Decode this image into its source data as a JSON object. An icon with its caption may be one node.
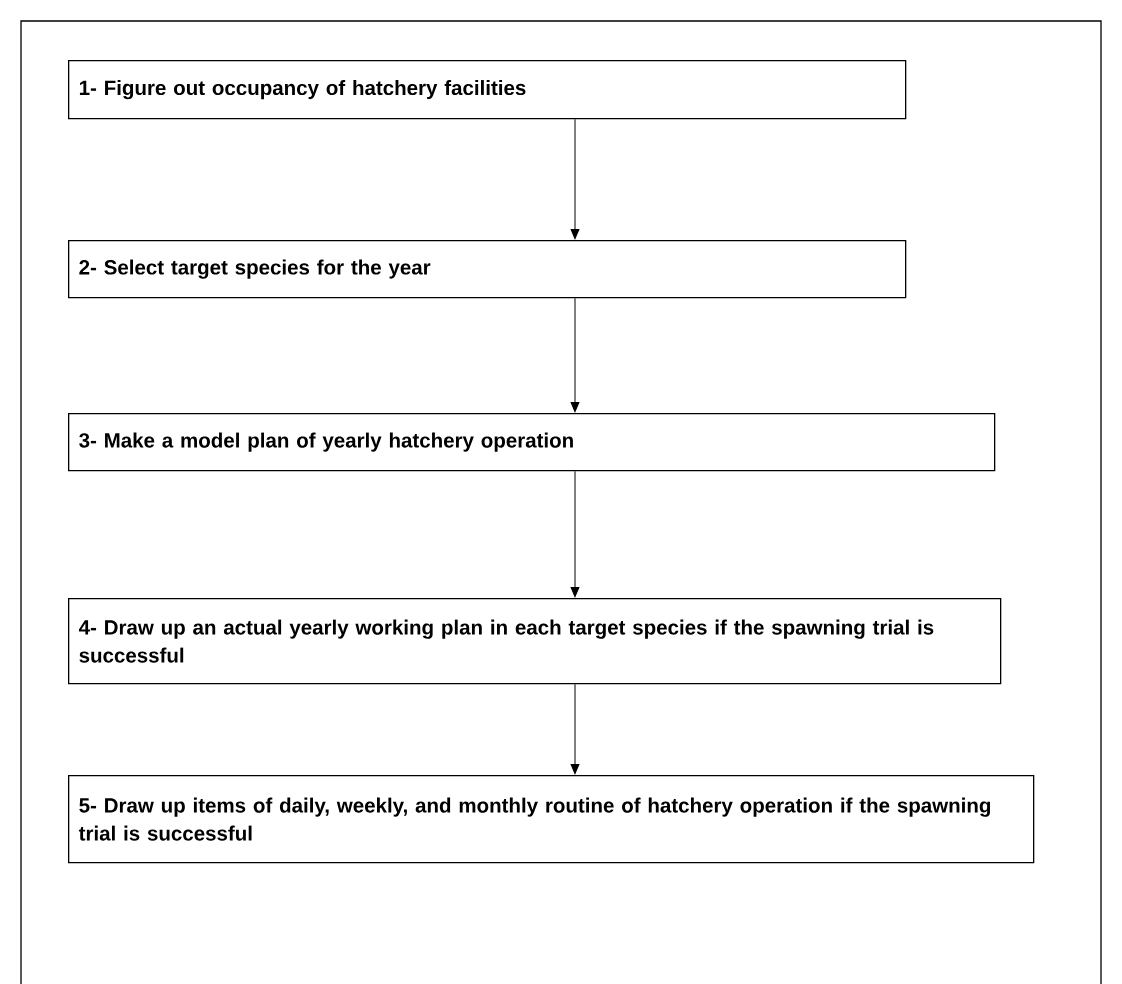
{
  "diagram": {
    "nodes": [
      {
        "text": [
          "1-  Figure out occupancy of hatchery facilities"
        ]
      },
      {
        "text": [
          "2-  Select target species for the year"
        ]
      },
      {
        "text": [
          "3-  Make a model plan of yearly hatchery operation"
        ]
      },
      {
        "text": [
          "4-  Draw up an actual yearly working plan in each target species if the spawning trial is successful"
        ]
      },
      {
        "text": [
          "5-  Draw up items of daily, weekly, and monthly routine of hatchery operation if the spawning trial is successful"
        ]
      }
    ],
    "edges": [
      {
        "from": 0,
        "to": 1,
        "arrow": "to"
      },
      {
        "from": 1,
        "to": 2,
        "arrow": "to"
      },
      {
        "from": 2,
        "to": 3,
        "arrow": "to"
      },
      {
        "from": 3,
        "to": 4,
        "arrow": "to"
      }
    ]
  }
}
